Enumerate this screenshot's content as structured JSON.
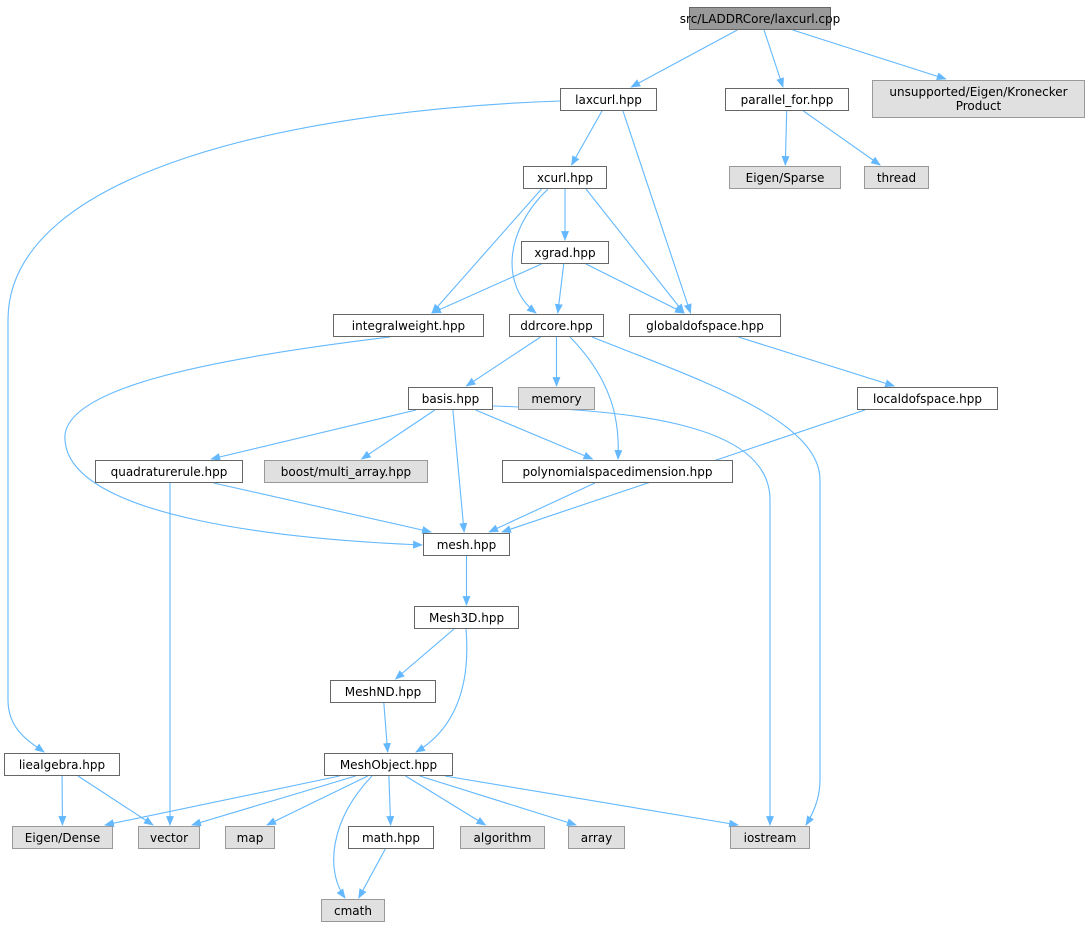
{
  "title": "src/LADDRCore/laxcurl.cpp",
  "colors": {
    "edge": "#63b8ff",
    "root_fill": "#999999",
    "external_fill": "#e0e0e0",
    "file_fill": "#ffffff"
  },
  "nodes": [
    {
      "id": "root",
      "label": "src/LADDRCore/laxcurl.cpp",
      "kind": "root"
    },
    {
      "id": "laxcurl",
      "label": "laxcurl.hpp",
      "kind": "file"
    },
    {
      "id": "parallel_for",
      "label": "parallel_for.hpp",
      "kind": "file"
    },
    {
      "id": "kron",
      "label": "unsupported/Eigen/Kronecker\nProduct",
      "kind": "ext"
    },
    {
      "id": "xcurl",
      "label": "xcurl.hpp",
      "kind": "file"
    },
    {
      "id": "sparse",
      "label": "Eigen/Sparse",
      "kind": "ext"
    },
    {
      "id": "thread",
      "label": "thread",
      "kind": "ext"
    },
    {
      "id": "xgrad",
      "label": "xgrad.hpp",
      "kind": "file"
    },
    {
      "id": "integralweight",
      "label": "integralweight.hpp",
      "kind": "file"
    },
    {
      "id": "ddrcore",
      "label": "ddrcore.hpp",
      "kind": "file"
    },
    {
      "id": "globaldofspace",
      "label": "globaldofspace.hpp",
      "kind": "file"
    },
    {
      "id": "basis",
      "label": "basis.hpp",
      "kind": "file"
    },
    {
      "id": "memory",
      "label": "memory",
      "kind": "ext"
    },
    {
      "id": "localdofspace",
      "label": "localdofspace.hpp",
      "kind": "file"
    },
    {
      "id": "quadraturerule",
      "label": "quadraturerule.hpp",
      "kind": "file"
    },
    {
      "id": "multi_array",
      "label": "boost/multi_array.hpp",
      "kind": "ext"
    },
    {
      "id": "polyspace",
      "label": "polynomialspacedimension.hpp",
      "kind": "file"
    },
    {
      "id": "mesh",
      "label": "mesh.hpp",
      "kind": "file"
    },
    {
      "id": "mesh3d",
      "label": "Mesh3D.hpp",
      "kind": "file"
    },
    {
      "id": "meshnd",
      "label": "MeshND.hpp",
      "kind": "file"
    },
    {
      "id": "liealgebra",
      "label": "liealgebra.hpp",
      "kind": "file"
    },
    {
      "id": "meshobject",
      "label": "MeshObject.hpp",
      "kind": "file"
    },
    {
      "id": "dense",
      "label": "Eigen/Dense",
      "kind": "ext"
    },
    {
      "id": "vector",
      "label": "vector",
      "kind": "ext"
    },
    {
      "id": "map",
      "label": "map",
      "kind": "ext"
    },
    {
      "id": "math",
      "label": "math.hpp",
      "kind": "file"
    },
    {
      "id": "algorithm",
      "label": "algorithm",
      "kind": "ext"
    },
    {
      "id": "array",
      "label": "array",
      "kind": "ext"
    },
    {
      "id": "iostream",
      "label": "iostream",
      "kind": "ext"
    },
    {
      "id": "cmath",
      "label": "cmath",
      "kind": "ext"
    }
  ],
  "edges": [
    [
      "root",
      "laxcurl"
    ],
    [
      "root",
      "parallel_for"
    ],
    [
      "root",
      "kron"
    ],
    [
      "laxcurl",
      "xcurl"
    ],
    [
      "laxcurl",
      "globaldofspace"
    ],
    [
      "laxcurl",
      "liealgebra"
    ],
    [
      "parallel_for",
      "sparse"
    ],
    [
      "parallel_for",
      "thread"
    ],
    [
      "xcurl",
      "xgrad"
    ],
    [
      "xcurl",
      "integralweight"
    ],
    [
      "xcurl",
      "ddrcore"
    ],
    [
      "xcurl",
      "globaldofspace"
    ],
    [
      "xgrad",
      "integralweight"
    ],
    [
      "xgrad",
      "ddrcore"
    ],
    [
      "xgrad",
      "globaldofspace"
    ],
    [
      "integralweight",
      "mesh"
    ],
    [
      "ddrcore",
      "basis"
    ],
    [
      "ddrcore",
      "memory"
    ],
    [
      "ddrcore",
      "polyspace"
    ],
    [
      "ddrcore",
      "iostream"
    ],
    [
      "globaldofspace",
      "localdofspace"
    ],
    [
      "basis",
      "quadraturerule"
    ],
    [
      "basis",
      "multi_array"
    ],
    [
      "basis",
      "polyspace"
    ],
    [
      "basis",
      "mesh"
    ],
    [
      "basis",
      "iostream"
    ],
    [
      "localdofspace",
      "mesh"
    ],
    [
      "quadraturerule",
      "mesh"
    ],
    [
      "quadraturerule",
      "vector"
    ],
    [
      "polyspace",
      "mesh"
    ],
    [
      "mesh",
      "mesh3d"
    ],
    [
      "mesh3d",
      "meshnd"
    ],
    [
      "mesh3d",
      "meshobject"
    ],
    [
      "meshnd",
      "meshobject"
    ],
    [
      "liealgebra",
      "dense"
    ],
    [
      "liealgebra",
      "vector"
    ],
    [
      "meshobject",
      "dense"
    ],
    [
      "meshobject",
      "vector"
    ],
    [
      "meshobject",
      "map"
    ],
    [
      "meshobject",
      "math"
    ],
    [
      "meshobject",
      "algorithm"
    ],
    [
      "meshobject",
      "array"
    ],
    [
      "meshobject",
      "iostream"
    ],
    [
      "meshobject",
      "cmath"
    ],
    [
      "math",
      "cmath"
    ]
  ]
}
